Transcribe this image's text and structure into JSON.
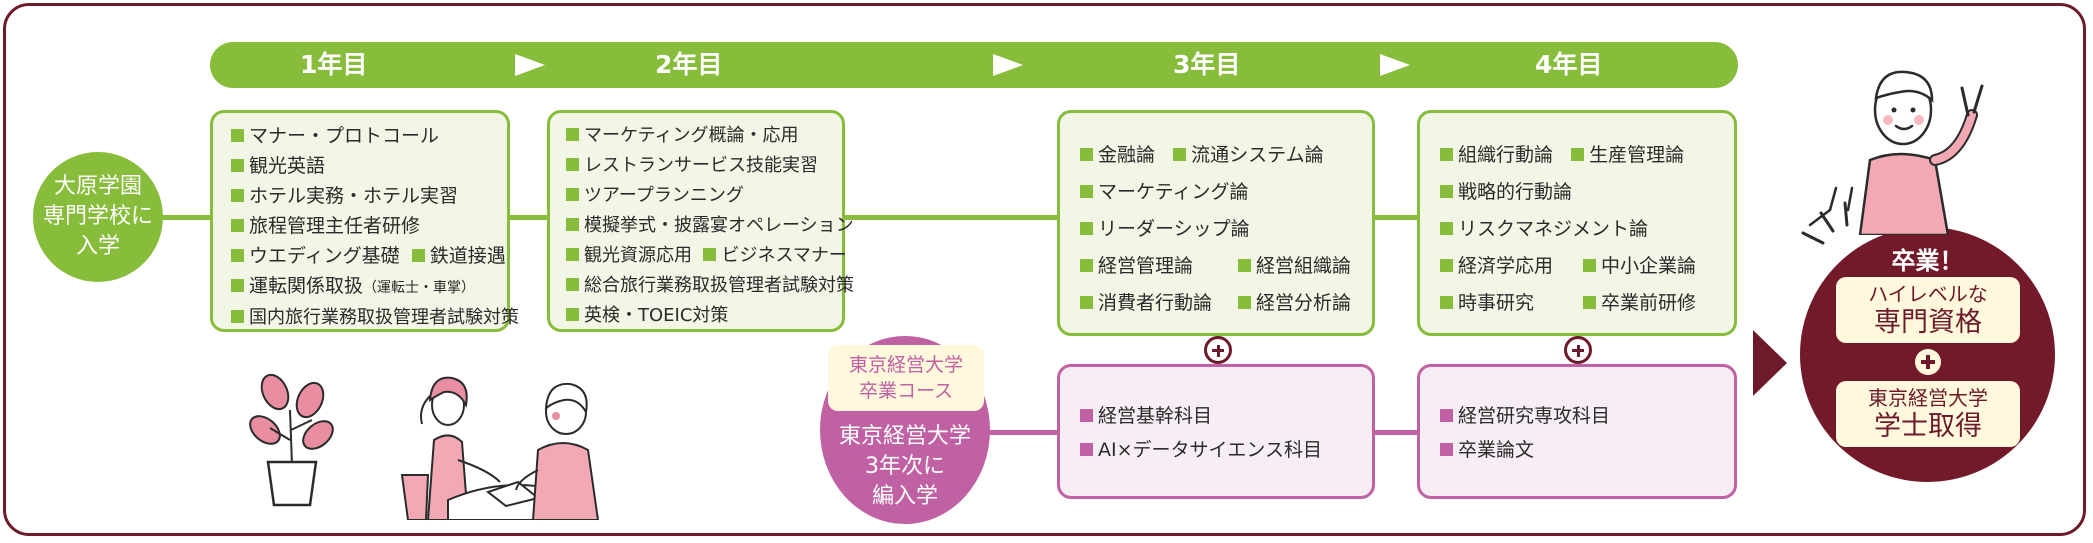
{
  "years": [
    "1年目",
    "2年目",
    "3年目",
    "4年目"
  ],
  "entry": {
    "lines": [
      "大原学園",
      "専門学校に",
      "入学"
    ]
  },
  "year1": {
    "items": [
      "マナー・プロトコール",
      "観光英語",
      "ホテル実務・ホテル実習",
      "旅程管理主任者研修"
    ],
    "pair": [
      "ウエディング基礎",
      "鉄道接遇"
    ],
    "transport": "運転関係取扱",
    "transport_note": "（運転士・車掌）",
    "last": "国内旅行業務取扱管理者試験対策"
  },
  "year2": {
    "items": [
      "マーケティング概論・応用",
      "レストランサービス技能実習",
      "ツアープランニング",
      "模擬挙式・披露宴オペレーション"
    ],
    "pair": [
      "観光資源応用",
      "ビジネスマナー"
    ],
    "rest": [
      "総合旅行業務取扱管理者試験対策",
      "英検・TOEIC対策"
    ]
  },
  "year3": {
    "row1": [
      "金融論",
      "流通システム論"
    ],
    "single": [
      "マーケティング論",
      "リーダーシップ論"
    ],
    "grid_left": [
      "経営管理論",
      "消費者行動論"
    ],
    "grid_right": [
      "経営組織論",
      "経営分析論"
    ]
  },
  "year4": {
    "row1": [
      "組織行動論",
      "生産管理論"
    ],
    "single": [
      "戦略的行動論",
      "リスクマネジメント論"
    ],
    "grid_left": [
      "経済学応用",
      "時事研究"
    ],
    "grid_right": [
      "中小企業論",
      "卒業前研修"
    ]
  },
  "course": {
    "badge": [
      "東京経営大学",
      "卒業コース"
    ],
    "transfer": [
      "東京経営大学",
      "3年次に",
      "編入学"
    ]
  },
  "univ3": [
    "経営基幹科目",
    "AI×データサイエンス科目"
  ],
  "univ4": [
    "経営研究専攻科目",
    "卒業論文"
  ],
  "graduate": {
    "title": "卒業！",
    "box1": [
      "ハイレベルな",
      "専門資格"
    ],
    "box2": [
      "東京経営大学",
      "学士取得"
    ]
  },
  "colors": {
    "green": "#88bd3c",
    "purple": "#c061a3",
    "maroon": "#6d1a2b",
    "cream": "#fff8dc"
  },
  "icons": [
    "plant-illustration",
    "students-illustration",
    "graduate-illustration",
    "plus-icon",
    "arrow-right-icon"
  ]
}
